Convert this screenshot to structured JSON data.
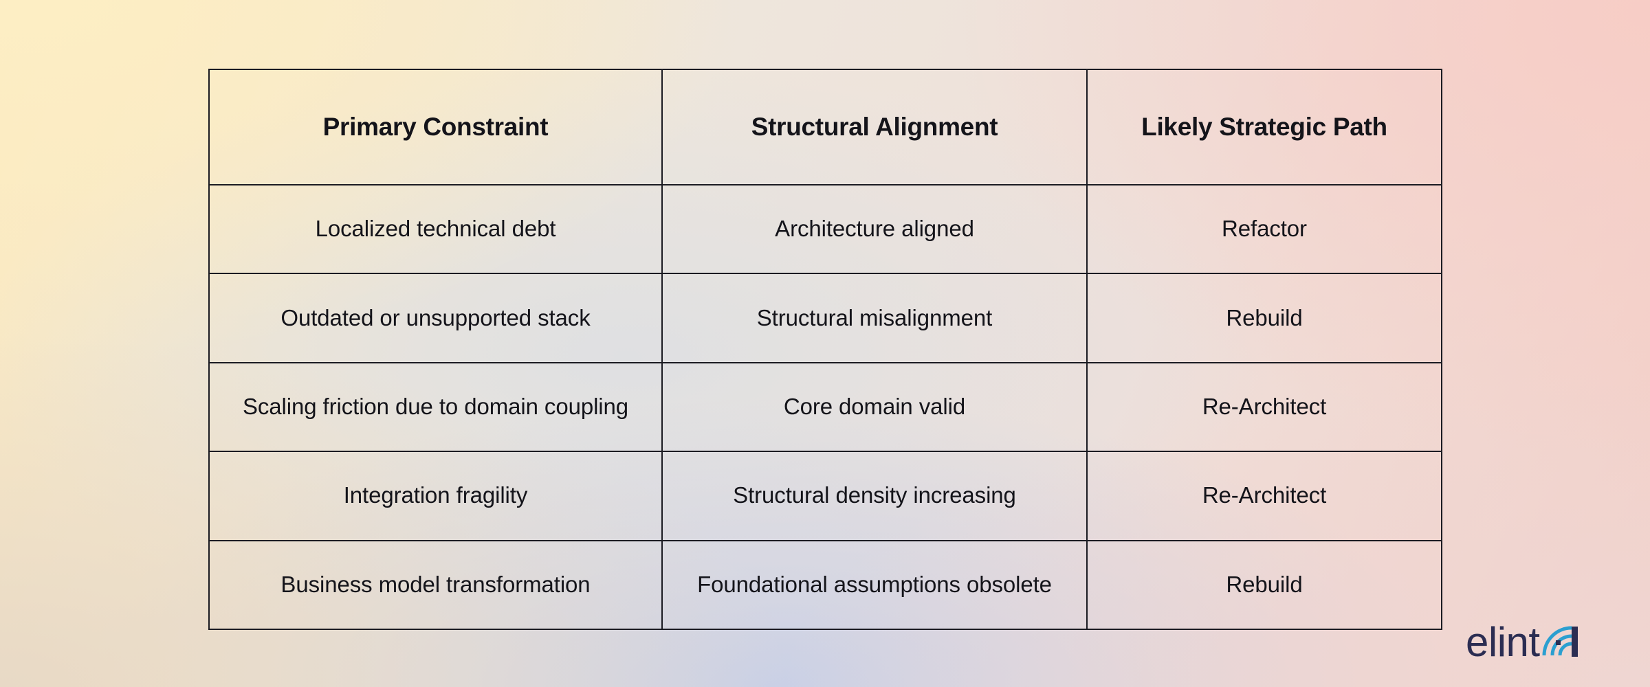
{
  "background": {
    "color_top_left": "#fbe9bf",
    "color_top_right": "#f7cdc6",
    "color_bottom_left": "#e8d9c6",
    "color_bottom_center": "#c9d0e6",
    "color_bottom_right": "#efd6d2"
  },
  "table": {
    "border_color": "#1b1b22",
    "text_color": "#14141a",
    "columns": [
      "Primary Constraint",
      "Structural Alignment",
      "Likely Strategic Path"
    ],
    "rows": [
      {
        "primary_constraint": "Localized technical debt",
        "structural_alignment": "Architecture aligned",
        "likely_strategic_path": "Refactor"
      },
      {
        "primary_constraint": "Outdated or unsupported stack",
        "structural_alignment": "Structural misalignment",
        "likely_strategic_path": "Rebuild"
      },
      {
        "primary_constraint": "Scaling friction due to domain coupling",
        "structural_alignment": "Core domain valid",
        "likely_strategic_path": "Re-Architect"
      },
      {
        "primary_constraint": "Integration fragility",
        "structural_alignment": "Structural density increasing",
        "likely_strategic_path": "Re-Architect"
      },
      {
        "primary_constraint": "Business model transformation",
        "structural_alignment": "Foundational assumptions obsolete",
        "likely_strategic_path": "Rebuild"
      }
    ]
  },
  "logo": {
    "wordmark": "elint",
    "mark_icon": "signal-wave-icon",
    "wordmark_color": "#2b2d52",
    "mark_color": "#2b9fd0",
    "mark_bar_color": "#2b2d52"
  }
}
